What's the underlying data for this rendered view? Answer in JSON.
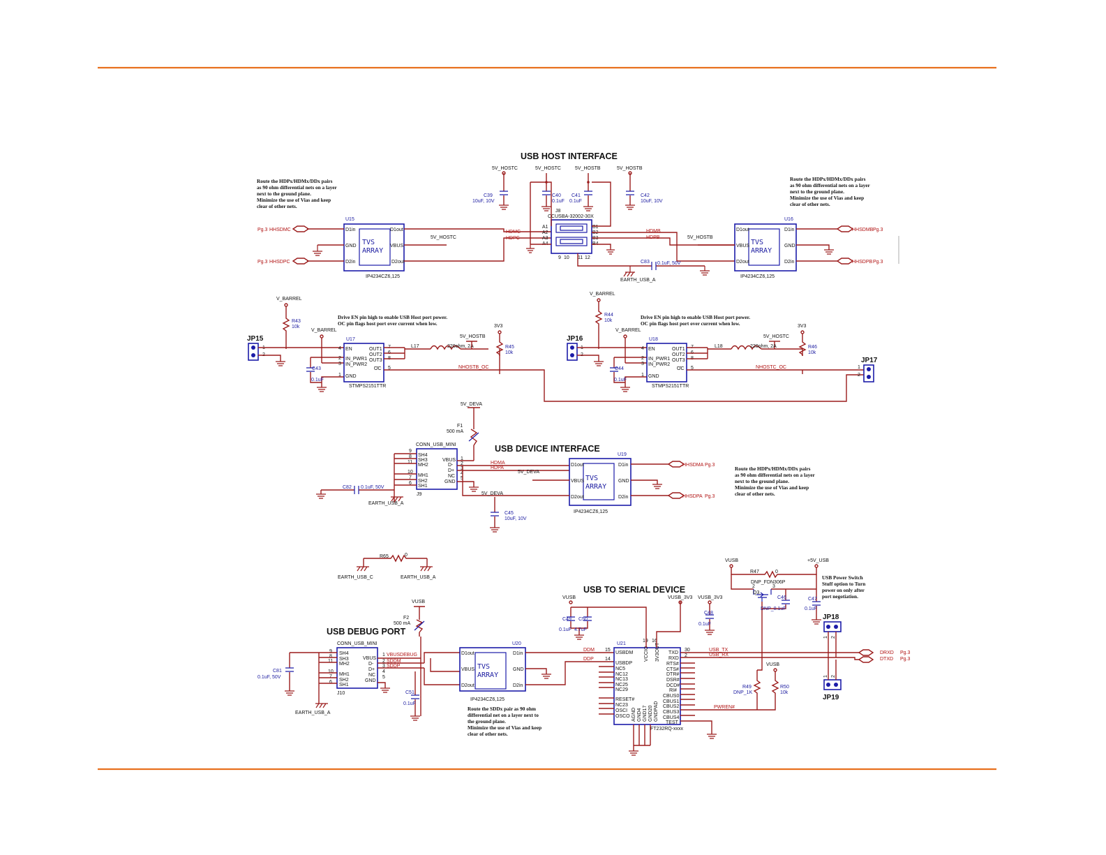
{
  "titles": {
    "host": "USB HOST INTERFACE",
    "device": "USB DEVICE INTERFACE",
    "serial": "USB TO SERIAL DEVICE",
    "debug": "USB DEBUG PORT"
  },
  "notes": {
    "route_hdp": [
      "Route the HDPx/HDMx/DDx pairs",
      "as 90 ohm differential nets on a layer",
      "next to the ground plane.",
      "Minimize the use of Vias and keep",
      "clear of other nets."
    ],
    "drive_en": [
      "Drive EN pin high to enable USB Host port power.",
      "OC pin flags host port over current when low."
    ],
    "route_sdd": [
      "Route the SDDx pair as 90 ohm",
      "differential net on a layer next to",
      "the ground plane.",
      "Minimize the use of Vias and keep",
      "clear of other nets."
    ],
    "power_switch": [
      "USB Power Switch",
      "Stuff option to Turn",
      "power on only after",
      "port negotiation."
    ]
  },
  "parts": {
    "tvs_label": "TVS",
    "array_label": "ARRAY",
    "tvs_part": "IP4234CZ6,125",
    "pins": {
      "d1in": "D1in",
      "d1out": "D1out",
      "d2in": "D2in",
      "d2out": "D2out",
      "gnd": "GND",
      "vbus": "VBUS"
    },
    "u15": "U15",
    "u16": "U16",
    "u19": "U19",
    "u20": "U20",
    "u17": "U17",
    "u18": "U18",
    "u21": "U21",
    "j8": "J8",
    "j8_part": "CCUSBA-32002-30X",
    "j9": "J9",
    "j10": "J10",
    "conn_mini": "CONN_USB_MINI",
    "stmps": "STMPS2151TTR",
    "ft232": "FT232RQ-xxxx",
    "c39": "C39",
    "c39v": "10uF, 10V",
    "c40": "C40",
    "c41": "C41",
    "c0_1": "0.1uF",
    "c42": "C42",
    "c42v": "10uF, 10V",
    "c83": "C83",
    "c83v": "0.1uF, 50V",
    "c43": "C43",
    "c44": "C44",
    "c82": "C82",
    "c82v": "0.1uF, 50V",
    "c45": "C45",
    "c45v": "10uF, 10V",
    "c81": "C81",
    "c81v": "0.1uF, 50V",
    "c51": "C51",
    "c49": "C49",
    "c50": "C50",
    "c50v": "4.7uF",
    "c48": "C48",
    "c46": "C46",
    "c47": "C47",
    "dnp01": "DNP_0.1uF",
    "r43": "R43",
    "r44": "R44",
    "r45": "R45",
    "r46": "R46",
    "r10k": "10k",
    "r49": "R49",
    "r49v": "DNP_1K",
    "r50": "R50",
    "r47": "R47",
    "r0": "0",
    "r65": "R65",
    "l17": "L17",
    "l18": "L18",
    "l_val": "220ohm, 2A",
    "f1": "F1",
    "f2": "F2",
    "f_val": "500 mA",
    "q3": "Q3",
    "q3v": "DNP_FDN306P",
    "jp15": "JP15",
    "jp16": "JP16",
    "jp17": "JP17",
    "jp18": "JP18",
    "jp19": "JP19"
  },
  "nets": {
    "v5hostc": "5V_HOSTC",
    "v5hostb": "5V_HOSTB",
    "vbarrel": "V_BARREL",
    "v3v3": "3V3",
    "v5deva": "5V_DEVA",
    "vusb": "VUSB",
    "vusb3v3": "VUSB_3V3",
    "p5vusb": "+5V_USB",
    "hdmc": "HDMC",
    "hdpc": "HDPC",
    "hdmb": "HDMB",
    "hdpb": "HDPB",
    "hdma": "HDMA",
    "hdpa": "HDPA",
    "hhsdmc": "HHSDMC",
    "hhsdpc": "HHSDPC",
    "hhsdmb": "HHSDMB",
    "hhsdpb": "HHSDPB",
    "hhsdma": "HHSDMA",
    "hhsdpa": "HHSDPA",
    "pg3": "Pg.3",
    "nhostb_oc": "NHOSTB_OC",
    "nhostc_oc": "NHOSTC_OC",
    "earth_a": "EARTH_USB_A",
    "earth_c": "EARTH_USB_C",
    "ddm": "DDM",
    "ddp": "DDP",
    "sddm": "SDDM",
    "sddp": "SDDP",
    "vbusdebug": "VBUSDEBUG",
    "usb_tx": "USB_TX",
    "usb_rx": "USB_RX",
    "pwren": "PWREN#",
    "drxd": "DRXD",
    "dtxd": "DTXD"
  },
  "stmps_pins": {
    "en": "EN",
    "in1": "IN_PWR1",
    "in2": "IN_PWR2",
    "gnd": "GND",
    "out1": "OUT1",
    "out2": "OUT2",
    "out3": "OUT3",
    "oc": "OC"
  },
  "mini_pins": {
    "sh4": "SH4",
    "sh3": "SH3",
    "mh2": "MH2",
    "mh1": "MH1",
    "sh2": "SH2",
    "sh1": "SH1",
    "vbus": "VBUS",
    "dm": "D-",
    "dp": "D+",
    "nc": "NC",
    "gnd": "GND"
  },
  "ft_left": [
    "USBDM",
    "USBDP",
    "NC5",
    "NC12",
    "NC13",
    "NC25",
    "NC29",
    "RESET#",
    "NC23",
    "OSCI",
    "OSCO"
  ],
  "ft_right": [
    "TXD",
    "RXD",
    "RTS#",
    "CTS#",
    "DTR#",
    "DSR#",
    "DCD#",
    "RI#",
    "CBUS0",
    "CBUS1",
    "CBUS2",
    "CBUS3",
    "CBUS4",
    "TEST"
  ],
  "ft_top": [
    "VCCIO",
    "3V3OUT"
  ],
  "ft_bottom": [
    "AGND",
    "GND4",
    "GND17",
    "GND20",
    "GNDPAD"
  ]
}
